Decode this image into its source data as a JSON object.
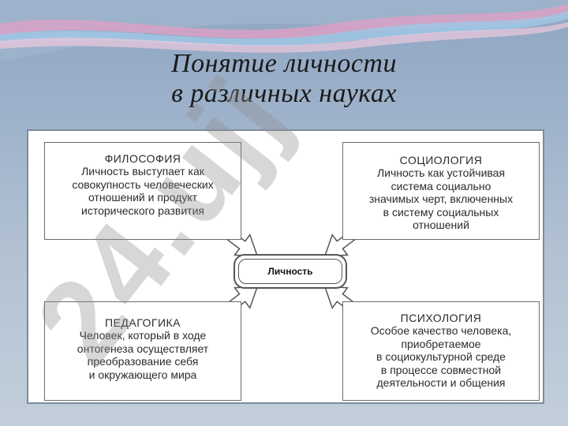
{
  "slide": {
    "title_line1": "Понятие личности",
    "title_line2": "в различных науках"
  },
  "diagram": {
    "center_label": "Личность",
    "boxes": [
      {
        "heading": "ФИЛОСОФИЯ",
        "lines": [
          "Личность выступает как",
          "совокупность человеческих",
          "отношений и продукт",
          "исторического развития"
        ]
      },
      {
        "heading": "СОЦИОЛОГИЯ",
        "lines": [
          "Личность как устойчивая",
          "система социально",
          "значимых черт, включенных",
          "в систему социальных",
          "отношений"
        ]
      },
      {
        "heading": "ПЕДАГОГИКА",
        "lines": [
          "Человек, который в ходе",
          "онтогенеза осуществляет",
          "преобразование себя",
          "и окружающего мира"
        ]
      },
      {
        "heading": "ПСИХОЛОГИЯ",
        "lines": [
          "Особое качество человека,",
          "приобретаемое",
          "в социокультурной среде",
          "в процессе совместной",
          "деятельности и общения"
        ]
      }
    ]
  },
  "watermark": {
    "text": "24.ujj"
  },
  "colors": {
    "background_top": "#8fa6c2",
    "background_bottom": "#c2cedb",
    "swoosh_pink": "#d9a1c6",
    "swoosh_blue": "#9fc8e6",
    "watermark_fill": "#8c8c8c"
  }
}
